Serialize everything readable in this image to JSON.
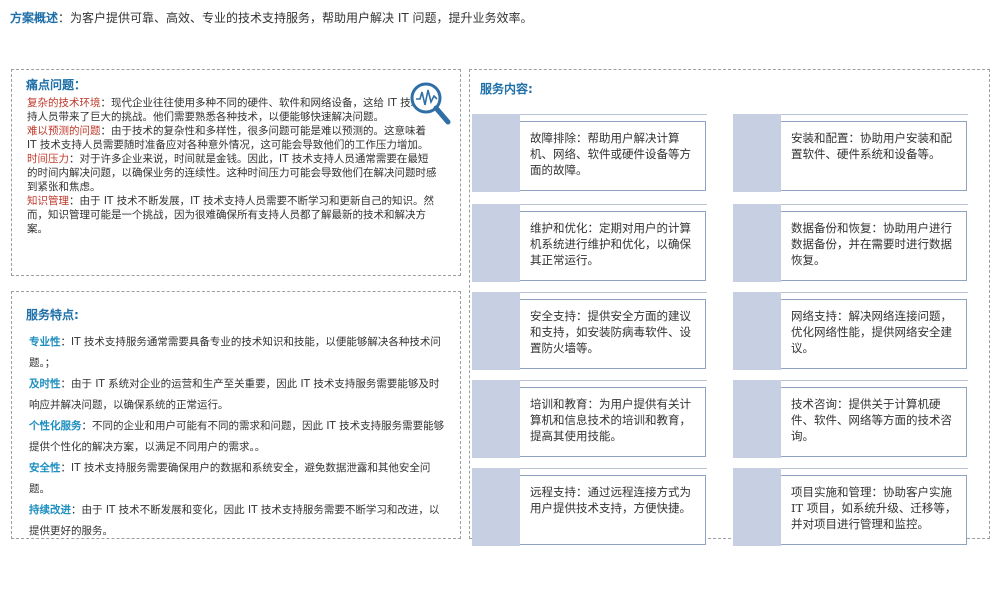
{
  "summary": {
    "label": "方案概述",
    "text": "：为客户提供可靠、高效、专业的技术支持服务，帮助用户解决 IT 问题，提升业务效率。"
  },
  "pain": {
    "title": "痛点问题：",
    "items": [
      {
        "term": "复杂的技术环境",
        "text": "：现代企业往往使用多种不同的硬件、软件和网络设备，这给 IT 技术支持人员带来了巨大的挑战。他们需要熟悉各种技术，以便能够快速解决问题。"
      },
      {
        "term": "难以预测的问题",
        "text": "：由于技术的复杂性和多样性，很多问题可能是难以预测的。这意味着 IT 技术支持人员需要随时准备应对各种意外情况，这可能会导致他们的工作压力增加。"
      },
      {
        "term": "时间压力",
        "text": "：对于许多企业来说，时间就是金钱。因此，IT 技术支持人员通常需要在最短的时间内解决问题，以确保业务的连续性。这种时间压力可能会导致他们在解决问题时感到紧张和焦虑。"
      },
      {
        "term": "知识管理",
        "text": "：由于 IT 技术不断发展，IT 技术支持人员需要不断学习和更新自己的知识。然而，知识管理可能是一个挑战，因为很难确保所有支持人员都了解最新的技术和解决方案。"
      }
    ]
  },
  "features": {
    "title": "服务特点:",
    "items": [
      {
        "term": "专业性",
        "text": "：IT 技术支持服务通常需要具备专业的技术知识和技能，以便能够解决各种技术问题。；"
      },
      {
        "term": "及时性",
        "text": "：由于 IT 系统对企业的运营和生产至关重要，因此 IT 技术支持服务需要能够及时响应并解决问题，以确保系统的正常运行。"
      },
      {
        "term": "个性化服务",
        "text": "：不同的企业和用户可能有不同的需求和问题，因此 IT 技术支持服务需要能够提供个性化的解决方案，以满足不同用户的需求。。"
      },
      {
        "term": "安全性",
        "text": "：IT 技术支持服务需要确保用户的数据和系统安全，避免数据泄露和其他安全问题。"
      },
      {
        "term": "持续改进",
        "text": "：由于 IT 技术不断发展和变化，因此 IT 技术支持服务需要不断学习和改进，以提供更好的服务。"
      }
    ]
  },
  "services": {
    "title": "服务内容:",
    "items": [
      "故障排除：帮助用户解决计算机、网络、软件或硬件设备等方面的故障。",
      "安装和配置：协助用户安装和配置软件、硬件系统和设备等。",
      "维护和优化：定期对用户的计算机系统进行维护和优化，以确保其正常运行。",
      "数据备份和恢复：协助用户进行数据备份，并在需要时进行数据恢复。",
      "安全支持：提供安全方面的建议和支持，如安装防病毒软件、设置防火墙等。",
      "网络支持：解决网络连接问题，优化网络性能，提供网络安全建议。",
      "培训和教育：为用户提供有关计算机和信息技术的培训和教育，提高其使用技能。",
      "技术咨询：提供关于计算机硬件、软件、网络等方面的技术咨询。",
      "远程支持：通过远程连接方式为用户提供技术支持，方便快捷。",
      "项目实施和管理：协助客户实施 IT 项目，如系统升级、迁移等，并对项目进行管理和监控。"
    ]
  },
  "icons": {
    "magnifier": "magnifier-chart-icon"
  },
  "colors": {
    "accent_blue": "#1f6fa8",
    "term_red": "#c0392b",
    "term_cyan": "#1f8fc0",
    "card_block": "#c6d0e2"
  }
}
